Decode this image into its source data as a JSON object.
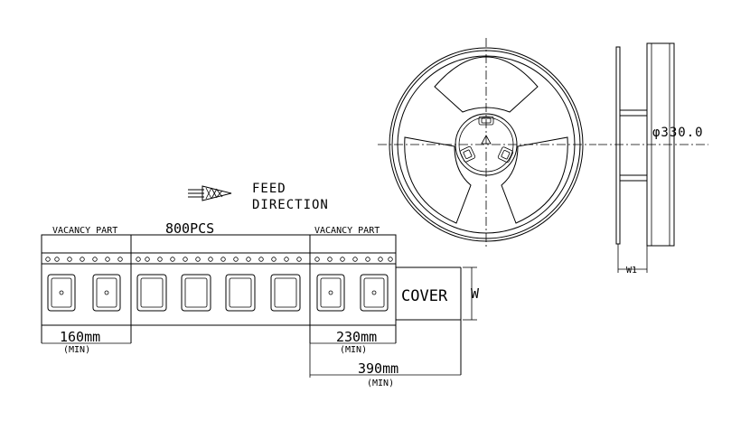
{
  "labels": {
    "feed_line1": "FEED",
    "feed_line2": "DIRECTION",
    "vacancy_left": "VACANCY PART",
    "vacancy_right": "VACANCY PART",
    "pcs": "800PCS",
    "cover": "COVER",
    "w": "W",
    "w1": "W1",
    "diameter": "φ330.0",
    "dim_left": "160mm",
    "dim_left_min": "(MIN)",
    "dim_right": "230mm",
    "dim_right_min": "(MIN)",
    "dim_total": "390mm",
    "dim_total_min": "(MIN)"
  },
  "colors": {
    "ink": "#000000",
    "background": "#ffffff"
  },
  "icons": {
    "feed_arrow": "feed-arrow-icon",
    "reel_hub": "reel-hub-icon"
  }
}
